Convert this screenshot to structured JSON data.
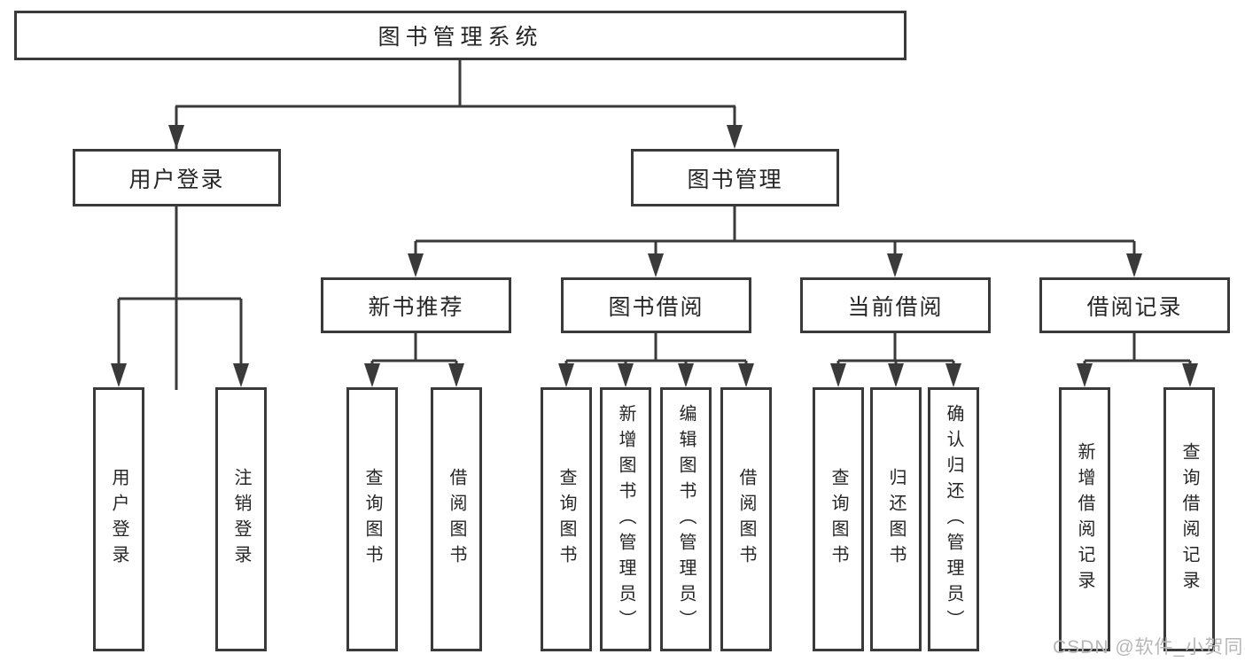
{
  "tree": {
    "label": "图书管理系统",
    "children": [
      {
        "label": "用户登录",
        "children": [
          {
            "label": "用户登录"
          },
          {
            "label": "注销登录"
          }
        ]
      },
      {
        "label": "图书管理",
        "children": [
          {
            "label": "新书推荐",
            "children": [
              {
                "label": "查询图书"
              },
              {
                "label": "借阅图书"
              }
            ]
          },
          {
            "label": "图书借阅",
            "children": [
              {
                "label": "查询图书"
              },
              {
                "label": "新增图书（管理员）"
              },
              {
                "label": "编辑图书（管理员）"
              },
              {
                "label": "借阅图书"
              }
            ]
          },
          {
            "label": "当前借阅",
            "children": [
              {
                "label": "查询图书"
              },
              {
                "label": "归还图书"
              },
              {
                "label": "确认归还（管理员）"
              }
            ]
          },
          {
            "label": "借阅记录",
            "children": [
              {
                "label": "新增借阅记录"
              },
              {
                "label": "查询借阅记录"
              }
            ]
          }
        ]
      }
    ]
  },
  "watermark": {
    "text": "CSDN @软件_小贺同学"
  },
  "colors": {
    "line": "#3a3a3a",
    "box_border": "#3a3a3a",
    "text": "#262626",
    "watermark": "#b7b7b7",
    "background": "#ffffff"
  }
}
